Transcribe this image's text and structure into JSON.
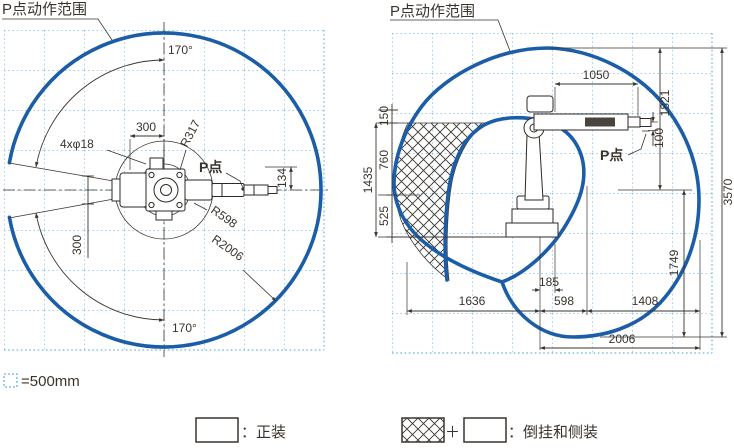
{
  "left": {
    "title": "P点动作范围",
    "angle_top": "170°",
    "angle_bottom": "170°",
    "dim_top": "300",
    "dim_left": "300",
    "holes": "4xφ18",
    "r317": "R317",
    "r598": "R598",
    "r2006": "R2006",
    "p_point": "P点",
    "dim_134": "134"
  },
  "right": {
    "title": "P点动作范围",
    "d1050": "1050",
    "d1821": "1821",
    "d100": "100",
    "d150": "150",
    "d760": "760",
    "d525": "525",
    "d1435": "1435",
    "d3570": "3570",
    "d1749": "1749",
    "d185": "185",
    "d1636": "1636",
    "d598": "598",
    "d1408": "1408",
    "d2006": "2006",
    "p_point": "P点"
  },
  "legend": {
    "scale": "=500mm",
    "normal": "：正装",
    "plus": "＋",
    "inverted": "：倒挂和侧装"
  },
  "colors": {
    "envelope_blue": "#1b5ea7",
    "grid_blue": "#6ab4e4",
    "line_dark": "#3a342e"
  }
}
